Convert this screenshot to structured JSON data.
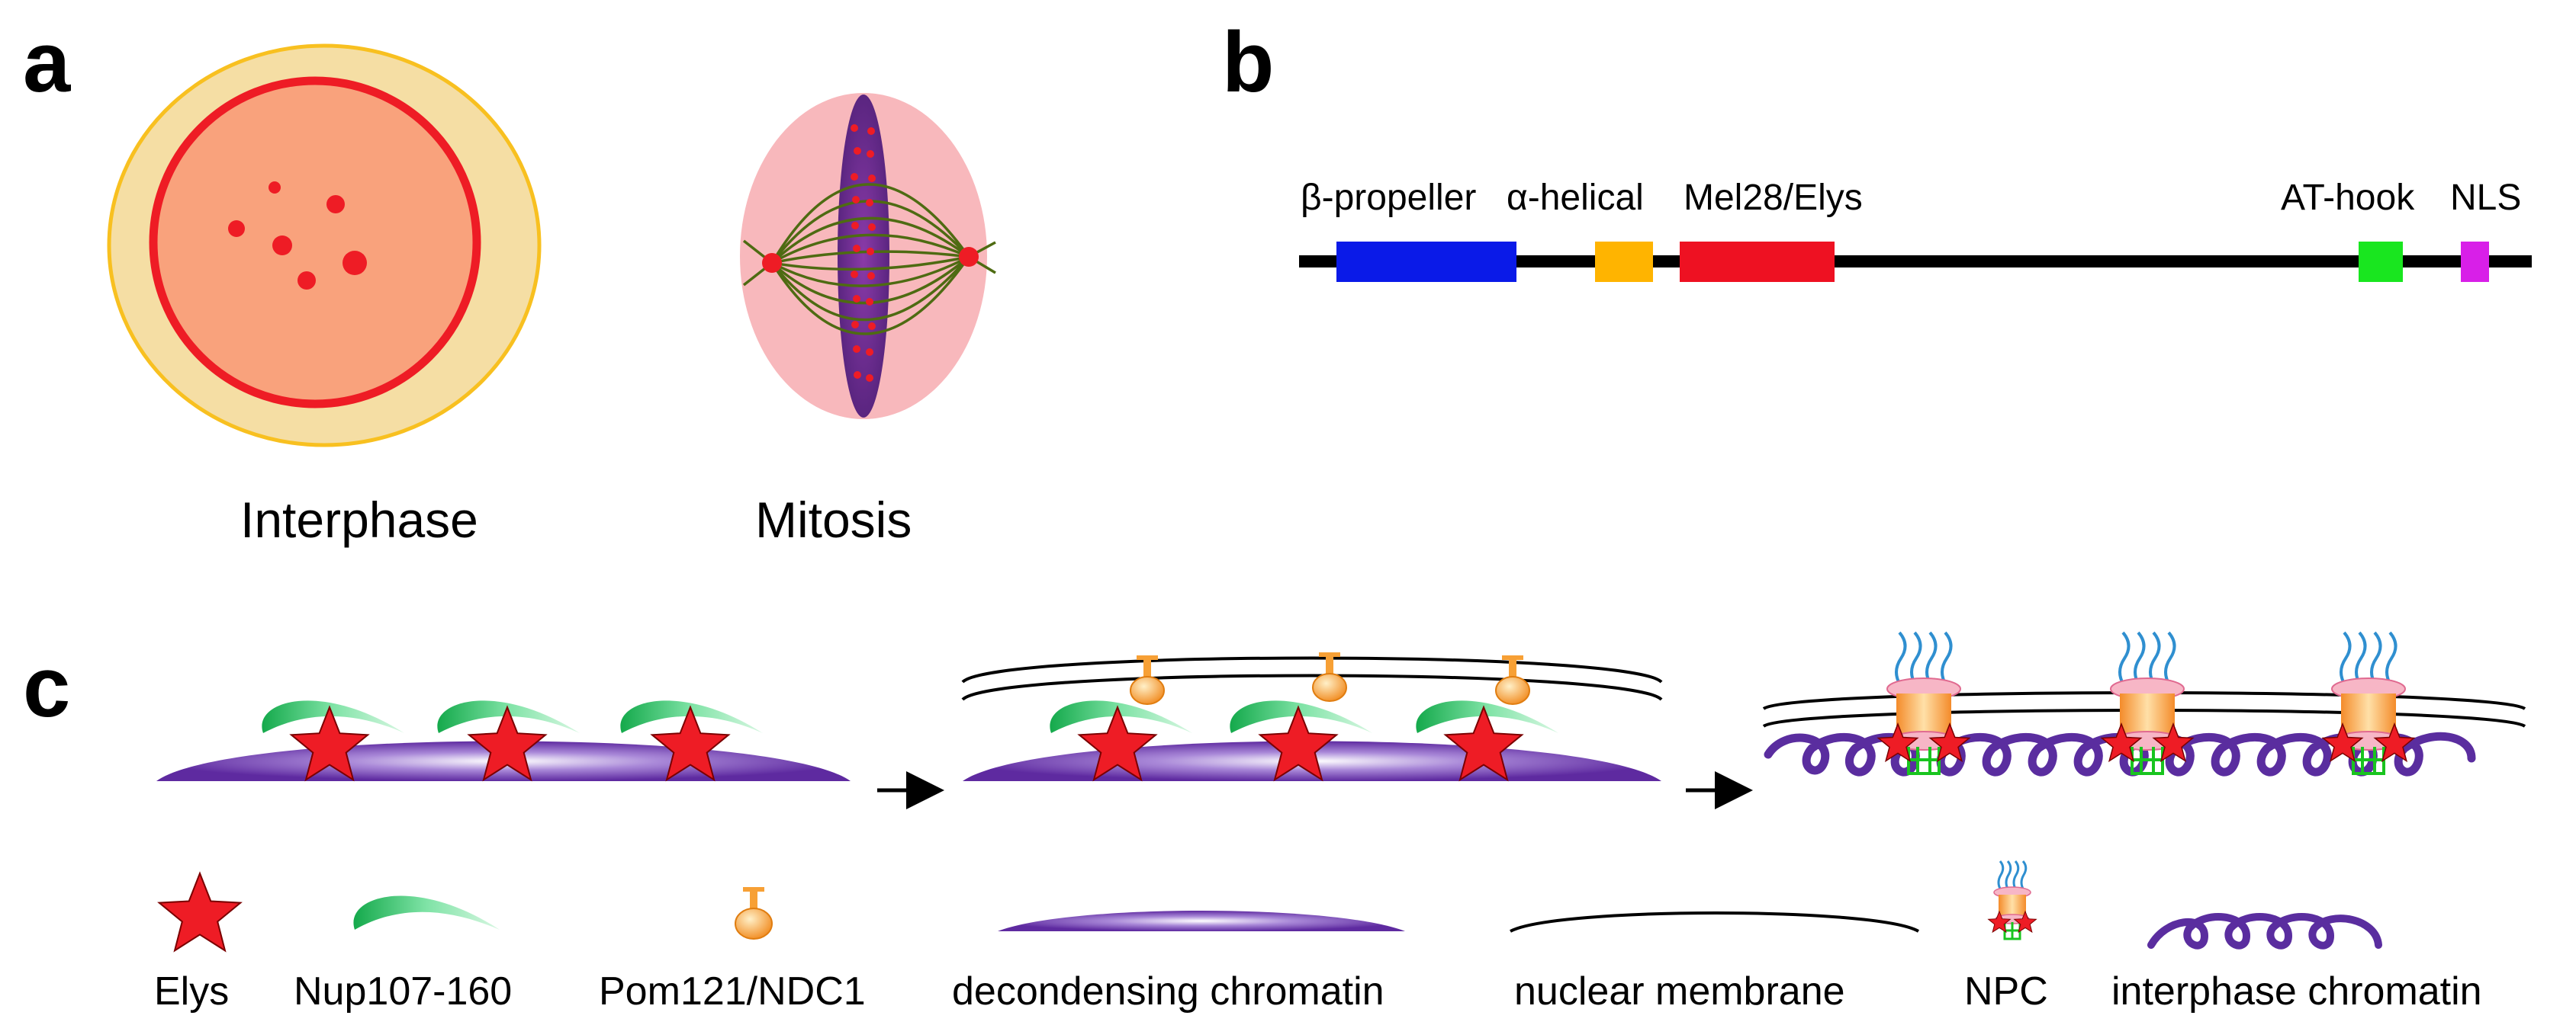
{
  "panels": {
    "a": {
      "label": "a",
      "interphase_label": "Interphase",
      "mitosis_label": "Mitosis"
    },
    "b": {
      "label": "b",
      "domains": [
        "β-propeller",
        "α-helical",
        "Mel28/Elys",
        "AT-hook",
        "NLS"
      ]
    },
    "c": {
      "label": "c",
      "legend": [
        "Elys",
        "Nup107-160",
        "Pom121/NDC1",
        "decondensing chromatin",
        "nuclear membrane",
        "NPC",
        "interphase chromatin"
      ]
    }
  },
  "colors": {
    "cytoplasm": "#f5dea4",
    "nucleus": "#f9a27c",
    "nuclear_rim": "#ee1c25",
    "spindle_cell": "#f8b8bc",
    "chromatin": "#6a2d91",
    "spindle": "#4e6b12",
    "beta_propeller": "#0a1ae8",
    "alpha_helical": "#ffb400",
    "mel28": "#ee1122",
    "at_hook": "#19e61f",
    "nls": "#d81fe8",
    "elys": "#ee1c25",
    "nup107": "#2fc86a",
    "pom121": "#f7a035",
    "interphase_chromatin": "#5a2d9f"
  }
}
